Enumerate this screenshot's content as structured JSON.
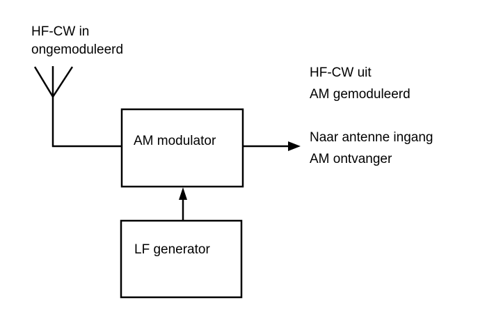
{
  "input_label": {
    "line1": "HF-CW in",
    "line2": "ongemoduleerd"
  },
  "output_label": {
    "line1": "HF-CW uit",
    "line2": "AM gemoduleerd"
  },
  "destination_label": {
    "line1": "Naar antenne ingang",
    "line2": "AM ontvanger"
  },
  "blocks": {
    "modulator": "AM modulator",
    "generator": "LF generator"
  },
  "colors": {
    "stroke": "#000000",
    "background": "#ffffff"
  }
}
